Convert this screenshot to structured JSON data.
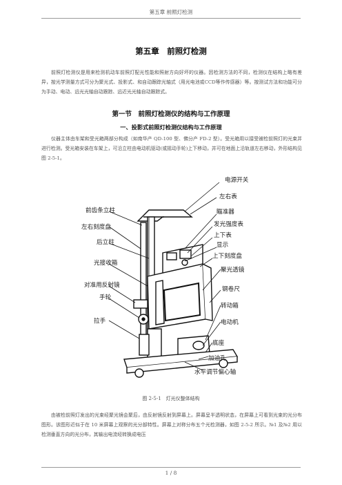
{
  "header": {
    "text": "第五章 前照灯检测"
  },
  "chapter_title": "第五章　前照灯检测",
  "intro_paragraph": "前照灯检测仪是用来检测机动车前照灯配光性能和照射方向好坏的仪器。因检测方法的不同，检测仪在结构上略有差异，按光学测量方式可分为聚光式、投影式、和自动跟踪光轴式（用光电池或CCD等作传感器）等。按测试方法和功能可分为手动、电动、远光光轴自动跟踪、远近光光轴自动跟踪式。",
  "section_title": "第一节　前照灯检测仪的结构与工作原理",
  "subsection_title": "一、投影式前照灯检测仪结构与工作原理",
  "structure_paragraph": "仪器主体由车架和受光箱两部分构成（如南华产 QD-100 型、佛分产 FD-2 型）。受光箱用以接受被检前照灯的光束并进行检测。受光箱安装在车架上，可沿立柱由电动机驱动(或摇动手轮)上下移动，并可在地面上沿轨道左右移动，外形结构见图 2-5-1。",
  "figure": {
    "labels": {
      "power_switch": "电源开关",
      "lr_gauge": "左右表",
      "sight": "瞄准器",
      "light_meter": "发光强度表",
      "ud_gauge": "上下表",
      "display": "显示",
      "ud_dial": "上下刻度盘",
      "focus_lens": "聚光透镜",
      "tape": "钢卷尺",
      "gearbox": "转动箱",
      "motor": "电动机",
      "base": "底座",
      "oil_hole": "加油孔",
      "leveling_shaft": "水平调节偏心轴",
      "front_rack_column": "前齿条立柱",
      "lr_dial": "左右刻度盘",
      "rear_column": "后立柱",
      "receiver_box": "光接收箱",
      "align_mirror": "对准用反射镜",
      "handwheel": "手轮",
      "handle": "拉手"
    }
  },
  "figure_caption": "图 2-5-1　灯光仪整体结构",
  "bottom_paragraph": "由被检前照灯发出的光束经聚光镜会聚后，由反射镜反射到屏幕上。屏幕呈半透明状态，在屏幕上可看到光束的光分布图形。该图形近似于在 10 米屏幕上观察的光分部特性。屏幕上对称分布五个光检测器，如图 2-5-2 所示。№1 及№2 用以检测垂直方向的光分布，其输出电流经转换成电压",
  "footer": {
    "page": "1 / 8"
  }
}
